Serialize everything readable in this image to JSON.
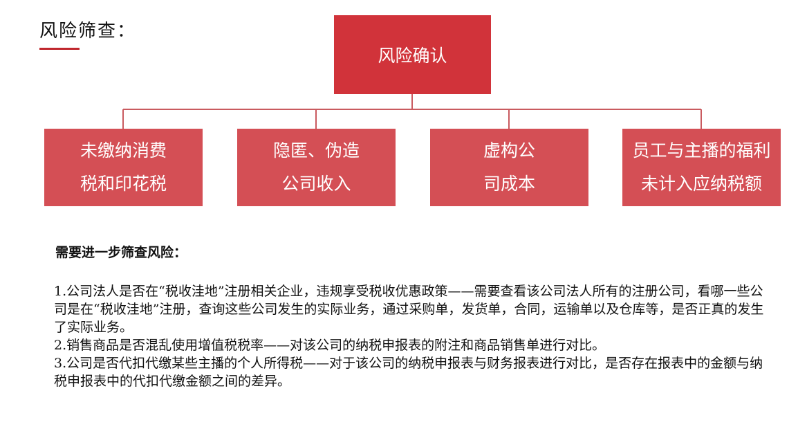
{
  "page": {
    "title": "风险筛查：",
    "accent_color": "#c0272d"
  },
  "diagram": {
    "root": {
      "label": "风险确认",
      "color": "#d1333a"
    },
    "children": [
      {
        "lines": [
          "未缴纳消费",
          "税和印花税"
        ]
      },
      {
        "lines": [
          "隐匿、伪造",
          "公司收入"
        ]
      },
      {
        "lines": [
          "虚构公",
          "司成本"
        ]
      },
      {
        "lines": [
          "员工与主播的福利",
          "未计入应纳税额"
        ]
      }
    ],
    "child_color": "#d44f55",
    "connector_color": "#c95a5f"
  },
  "notes": {
    "heading": "需要进一步筛查风险：",
    "items": [
      "1.公司法人是否在“税收洼地”注册相关企业，违规享受税收优惠政策——需要查看该公司法人所有的注册公司，看哪一些公司是在“税收洼地”注册，查询这些公司发生的实际业务，通过采购单，发货单，合同，运输单以及仓库等，是否正真的发生了实际业务。",
      "2.销售商品是否混乱使用增值税税率——对该公司的纳税申报表的附注和商品销售单进行对比。",
      "3.公司是否代扣代缴某些主播的个人所得税——对于该公司的纳税申报表与财务报表进行对比，是否存在报表中的金额与纳税申报表中的代扣代缴金额之间的差异。"
    ]
  }
}
